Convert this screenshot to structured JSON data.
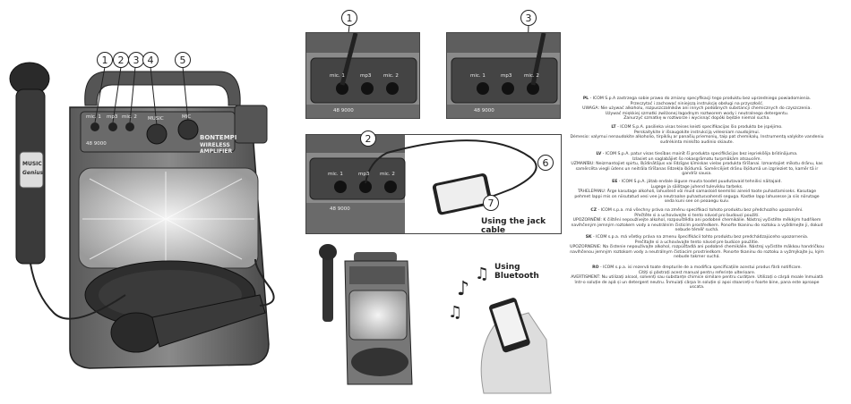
{
  "callouts": {
    "c1": "1",
    "c2": "2",
    "c3": "3",
    "c4": "4",
    "c5": "5",
    "c6": "6",
    "c7": "7"
  },
  "speaker": {
    "brand": "BONTEMPI",
    "model_line1": "WIRELESS",
    "model_line2": "AMPLIFIER",
    "model_code": "48 9000",
    "jack_mic1": "mic. 1",
    "jack_mp3": "mp3",
    "jack_mic2": "mic. 2",
    "knob_left": "MUSIC",
    "knob_right": "MIC",
    "mic_label_line1": "MUSIC",
    "mic_label_line2": "Genius"
  },
  "captions": {
    "jack": "Using the jack cable",
    "bluetooth": "Using Bluetooth"
  },
  "notices": [
    {
      "code": "PL",
      "intro": "ICOM S.p.A zastrzega sobie prawo do zmiany specyfikacji tego produktu bez uprzedniego powiadomienia.",
      "lines": [
        "Przeczytać i zachować niniejszą instrukcję obsługi na przyszłość.",
        "UWAGA: Nie używać alkoholu, rozpuszczalników ani innych podobnych substancji chemicznych do czyszczenia.",
        "Używać miękkiej szmatki zwilżonej łagodnym roztworem wody i neutralnego detergentu.",
        "Zanurzyć szmatkę w roztworze i wycisnąć dopóki będzie niemal sucha."
      ]
    },
    {
      "code": "LT",
      "intro": "ICOM S.p.A. pasilieka visas teises keisti specifikacijas šio produkto be įspėjimo.",
      "lines": [
        "Perskaitykite ir išsaugokite instrukciją vėlesniam naudojimui.",
        "Dėmesio: valymui nenaudokite alkoholio, tirpiklių ar panašių priemonių, taip pat chemikalų. Instrumentą valykite vandeniu sudrėkinta minkšto audinio skiaute."
      ]
    },
    {
      "code": "LV",
      "intro": "ICOM S.p.A. patur visas tiesības mainīt šī produkta specifikācijas bez iepriekšēja brīdinājuma.",
      "lines": [
        "Izlasiet un saglabājiet šo rokasgrāmatu turpmākām atsaucēm.",
        "UZMANĪBU: Neizmantojiet spirtu, šķīdinātājus vai līdzīgas ķīmiskas vielas produkta tīrīšanai. Izmantojiet mīkstu drānu, kas samērcēta viegli ūdens un neitrāla tīrīšanas līdzekļa šķīdumā. Samērcējiet drānu šķīdumā un izgrieziet to, kamēr tā ir gandrīz sausa."
      ]
    },
    {
      "code": "EE",
      "intro": "ICOM S.p.A. jätab endale õiguse muuta toodet puudutavaid tehnilisi näitajaid.",
      "lines": [
        "Lugege ja säilitage juhend tulevikku tarbeks.",
        "TÄHELEPANU: Ärge kasutage alkoholi, lahusteid või muid samasloid keemilisi aineid toote puhastamiseks. Kasutage pehmet lappi mis on niisutatud vesi vee ja neutraalse puhastusvahendi seguga. Kastke lapp lahusesse ja siis nõrutage seda kuni see on peaaegu kuiv."
      ]
    },
    {
      "code": "CZ",
      "intro": "ICOM s.p.a. má všechny práva na změnu specifikací tohoto produktu bez předchozího upozornění.",
      "lines": [
        "Přečtěte si a uchovávejte si tento návod pro budoucí použití.",
        "UPOZORNĚNÍ: K čištění nepoužívejte alkohol, rozpouštědla ani podobné chemikálie. Nástroj vyčistěte měkkým hadříkem navlhčeným jemným roztokem vody a neutrálním čisticím prostředkem. Ponořte tkaninu do roztoku a vyždímejte ji, dokud nebude téměř suchá."
      ]
    },
    {
      "code": "SK",
      "intro": "ICOM s.p.a. má všetky práva na zmenu špecifikácií tohto produktu bez predchádzajúceho upozornenia.",
      "lines": [
        "Prečítajte si a uchovávajte tento návod pre budúce použitie.",
        "UPOZORNENIE: Na čistenie nepoužívajte alkohol, rozpúšťadlá ani podobné chemikálie. Nástroj vyčistite mäkkou handričkou navlhčenou jemným roztokom vody a neutrálnym čistiacim prostriedkom. Ponorte tkaninu do roztoku a vyžmýkajte ju, kým nebude takmer suchá."
      ]
    },
    {
      "code": "RO",
      "intro": "ICOM s.p.a. isi rezervă toate drepturile de a modifica specificațiile acestui produs fără notificare.",
      "lines": [
        "Citiți și păstrați acest manual pentru referințe ulterioare.",
        "AVERTISMENT: Nu utilizați alcool, solvenți sau substanțe chimice similare pentru curățare. Utilizați o cârpă moale înmuiată într-o soluție de apă și un detergent neutru. Înmuiați cârpa în soluție și apoi stoarceți-o foarte bine, pana este aproape uscata."
      ]
    }
  ]
}
